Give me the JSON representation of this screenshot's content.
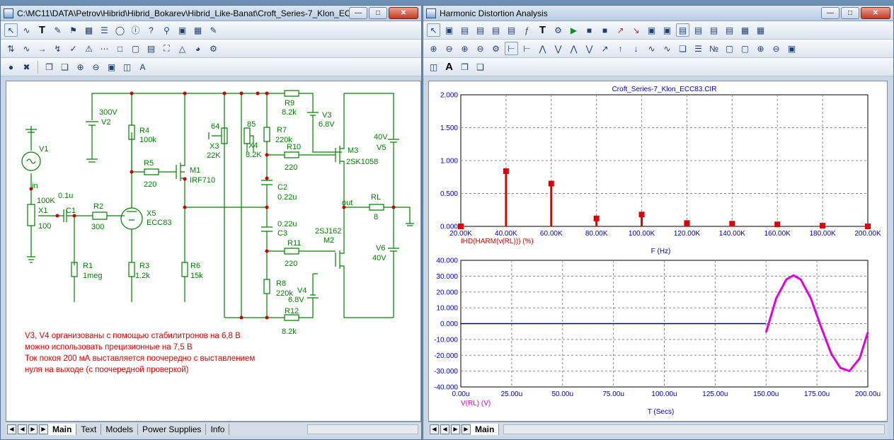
{
  "left_window": {
    "title": "C:\\MC11\\DATA\\Petrov\\Hibrid\\Hibrid_Bokarev\\Hibrid_Like-Banat\\Croft_Series-7_Klon_EC...",
    "tabs": [
      "Main",
      "Text",
      "Models",
      "Power Supplies",
      "Info"
    ],
    "active_tab": "Main"
  },
  "schematic": {
    "V2": {
      "name": "V2",
      "value": "300V"
    },
    "V1": {
      "name": "V1",
      "pin": "in"
    },
    "X1": {
      "name": "X1",
      "pct": "100",
      "value": "100K"
    },
    "C1": {
      "name": "C1",
      "value": "0.1u"
    },
    "R2": {
      "name": "R2",
      "value": "300"
    },
    "X5": {
      "name": "X5",
      "value": "ECC83"
    },
    "R1": {
      "name": "R1",
      "value": "1meg"
    },
    "R3": {
      "name": "R3",
      "value": "1.2k"
    },
    "R4": {
      "name": "R4",
      "value": "100k"
    },
    "R5": {
      "name": "R5",
      "value": "220"
    },
    "M1": {
      "name": "M1",
      "value": "IRF710"
    },
    "R6": {
      "name": "R6",
      "value": "15k"
    },
    "X3": {
      "name": "X3",
      "pct": "64",
      "value": "22K"
    },
    "X4": {
      "name": "X4",
      "pct": "85",
      "value": "8.2K"
    },
    "R9": {
      "name": "R9",
      "value": "8.2k"
    },
    "V3": {
      "name": "V3",
      "value": "6.8V"
    },
    "R7": {
      "name": "R7",
      "value": "220k"
    },
    "R10": {
      "name": "R10",
      "value": "220"
    },
    "M3": {
      "name": "M3",
      "value": "2SK1058"
    },
    "V5": {
      "name": "V5",
      "value": "40V"
    },
    "C2": {
      "name": "C2",
      "value": "0.22u"
    },
    "C3": {
      "name": "C3",
      "value": "0.22u"
    },
    "RL": {
      "name": "RL",
      "value": "8",
      "node": "out"
    },
    "M2": {
      "name": "M2",
      "value": "2SJ162"
    },
    "R11": {
      "name": "R11",
      "value": "220"
    },
    "V6": {
      "name": "V6",
      "value": "40V"
    },
    "R8": {
      "name": "R8",
      "value": "220k"
    },
    "V4": {
      "name": "V4",
      "value": "6.8V"
    },
    "R12": {
      "name": "R12",
      "value": "8.2k"
    },
    "note": [
      "V3, V4 организованы с помощью стабилитронов на 6,8 В",
      "можно использовать прецизионные на 7,5 В",
      "Ток покоя 200 мА выставляется поочередно с выставлением",
      "нуля на выходе (с поочередной проверкой)"
    ]
  },
  "right_window": {
    "title": "Harmonic Distortion Analysis",
    "tabs": [
      "Main"
    ],
    "active_tab": "Main"
  },
  "colors": {
    "series": "#e00000",
    "sine": "#e000e0",
    "axis_text": "#0000cc",
    "schematic": "#008000",
    "note": "#e00000"
  },
  "chart_data": [
    {
      "type": "bar",
      "title": "Croft_Series-7_Klon_ECC83.CIR",
      "xlabel": "F (Hz)",
      "series_label": "IHD(HARM(v(RL))) (%)",
      "xlim": [
        20000,
        200000
      ],
      "ylim": [
        0,
        2
      ],
      "xticks": [
        "20.00K",
        "40.00K",
        "60.00K",
        "80.00K",
        "100.00K",
        "120.00K",
        "140.00K",
        "160.00K",
        "180.00K",
        "200.00K"
      ],
      "yticks": [
        "0.000",
        "0.500",
        "1.000",
        "1.500",
        "2.000"
      ],
      "x": [
        20000,
        40000,
        60000,
        80000,
        100000,
        120000,
        140000,
        160000,
        180000,
        200000
      ],
      "values": [
        0.0,
        0.84,
        0.65,
        0.12,
        0.18,
        0.05,
        0.04,
        0.03,
        0.01,
        0.0
      ]
    },
    {
      "type": "line",
      "xlabel": "T (Secs)",
      "series_label": "V(RL) (V)",
      "xlim": [
        0,
        200
      ],
      "ylim": [
        -40,
        40
      ],
      "xticks": [
        "0.00u",
        "25.00u",
        "50.00u",
        "75.00u",
        "100.00u",
        "125.00u",
        "150.00u",
        "175.00u",
        "200.00u"
      ],
      "yticks": [
        "40.000",
        "30.000",
        "20.000",
        "10.000",
        "0.000",
        "-10.000",
        "-20.000",
        "-30.000",
        "-40.000"
      ],
      "x": [
        0,
        50,
        100,
        150,
        155,
        160,
        163.5,
        167,
        172,
        177,
        182,
        186.5,
        191,
        196,
        200
      ],
      "y": [
        0,
        0,
        0,
        -5.5,
        16,
        28,
        30.5,
        28,
        16,
        -2,
        -19,
        -28,
        -30,
        -22,
        -5.5
      ]
    }
  ]
}
